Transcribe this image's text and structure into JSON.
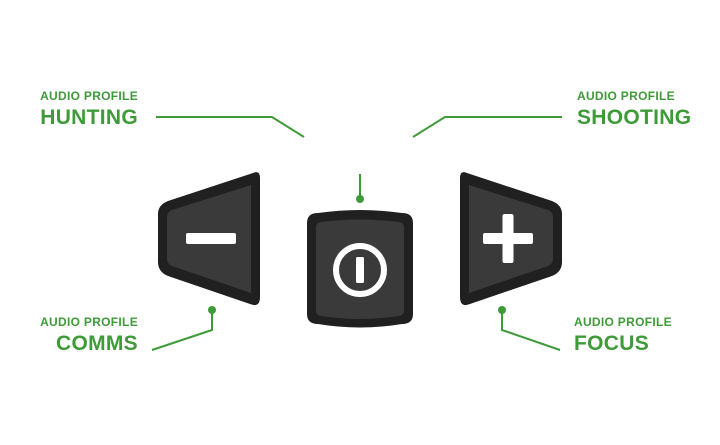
{
  "labels": {
    "hunting": {
      "caption": "AUDIO PROFILE",
      "name": "HUNTING"
    },
    "shooting": {
      "caption": "AUDIO PROFILE",
      "name": "SHOOTING"
    },
    "comms": {
      "caption": "AUDIO PROFILE",
      "name": "COMMS"
    },
    "focus": {
      "caption": "AUDIO PROFILE",
      "name": "FOCUS"
    }
  },
  "buttons": [
    {
      "name": "minus",
      "icon": "minus-icon"
    },
    {
      "name": "power",
      "icon": "power-icon"
    },
    {
      "name": "plus",
      "icon": "plus-icon"
    }
  ],
  "colors": {
    "accent": "#3f9a39",
    "button_body": "#3a3a3a",
    "button_outline": "#202020",
    "icon": "#ffffff"
  }
}
